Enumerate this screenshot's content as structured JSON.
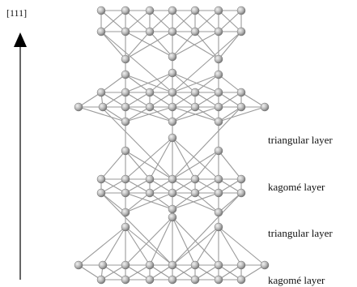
{
  "direction_label": "[111]",
  "layer_labels": {
    "first": "triangular layer",
    "second": "kagomé layer",
    "third": "triangular layer",
    "fourth": "kagomé layer"
  },
  "colors": {
    "atom": "#b8b8b8",
    "bond": "#9a9a9a",
    "arrow": "#000000"
  },
  "icons": {
    "atom": "sphere",
    "arrow": "up-arrow"
  }
}
